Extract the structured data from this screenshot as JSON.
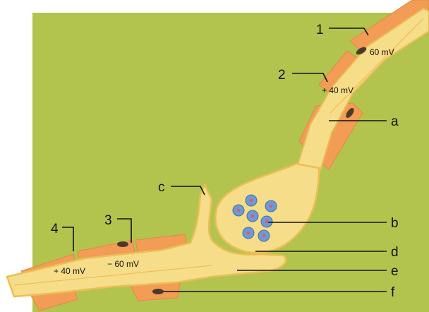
{
  "labels": {
    "one": "1",
    "two": "2",
    "three": "3",
    "four": "4",
    "a": "a",
    "b": "b",
    "c": "c",
    "d": "d",
    "e": "e",
    "f": "f"
  },
  "voltages": {
    "upper_resting": "60 mV",
    "upper_active": "+ 40 mV",
    "lower_active": "+ 40 mV",
    "lower_resting": "− 60 mV"
  },
  "colors": {
    "background": "#b3c44e",
    "axon": "#f6dd89",
    "axon_outline": "#ebbe55",
    "myelin": "#f29c55",
    "myelin_dark": "#e08a44",
    "vesicle": "#6f99d2",
    "vesicle_core": "#d85a78",
    "nucleus": "#4a3a2a"
  }
}
